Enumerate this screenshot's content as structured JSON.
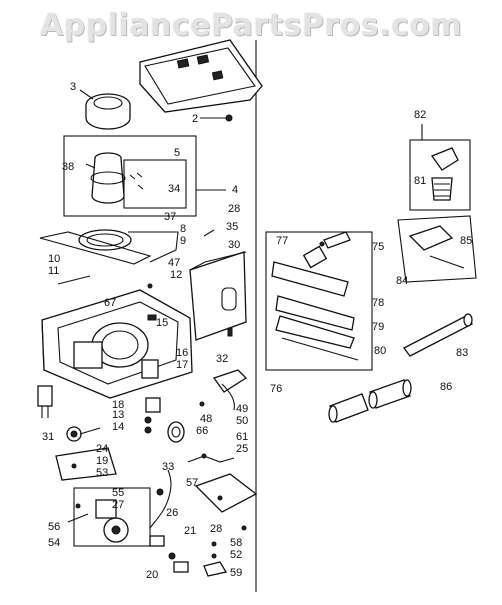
{
  "watermark": "AppliancePartsPros.com",
  "labels": {
    "l2": "2",
    "l3": "3",
    "l4": "4",
    "l5": "5",
    "l8": "8",
    "l9": "9",
    "l10": "10",
    "l11": "11",
    "l12": "12",
    "l13": "13",
    "l14": "14",
    "l15": "15",
    "l16": "16",
    "l17": "17",
    "l18": "18",
    "l19": "19",
    "l20": "20",
    "l21": "21",
    "l24": "24",
    "l25": "25",
    "l26": "26",
    "l27": "27",
    "l28a": "28",
    "l28b": "28",
    "l30": "30",
    "l31": "31",
    "l32": "32",
    "l33": "33",
    "l34": "34",
    "l35": "35",
    "l37": "37",
    "l38": "38",
    "l47": "47",
    "l48": "48",
    "l49": "49",
    "l50": "50",
    "l52": "52",
    "l53": "53",
    "l54": "54",
    "l55": "55",
    "l56": "56",
    "l57": "57",
    "l58": "58",
    "l59": "59",
    "l61": "61",
    "l66": "66",
    "l67": "67",
    "l75": "75",
    "l76": "76",
    "l77": "77",
    "l78": "78",
    "l79": "79",
    "l80": "80",
    "l81": "81",
    "l82": "82",
    "l83": "83",
    "l84": "84",
    "l85": "85",
    "l86": "86"
  }
}
